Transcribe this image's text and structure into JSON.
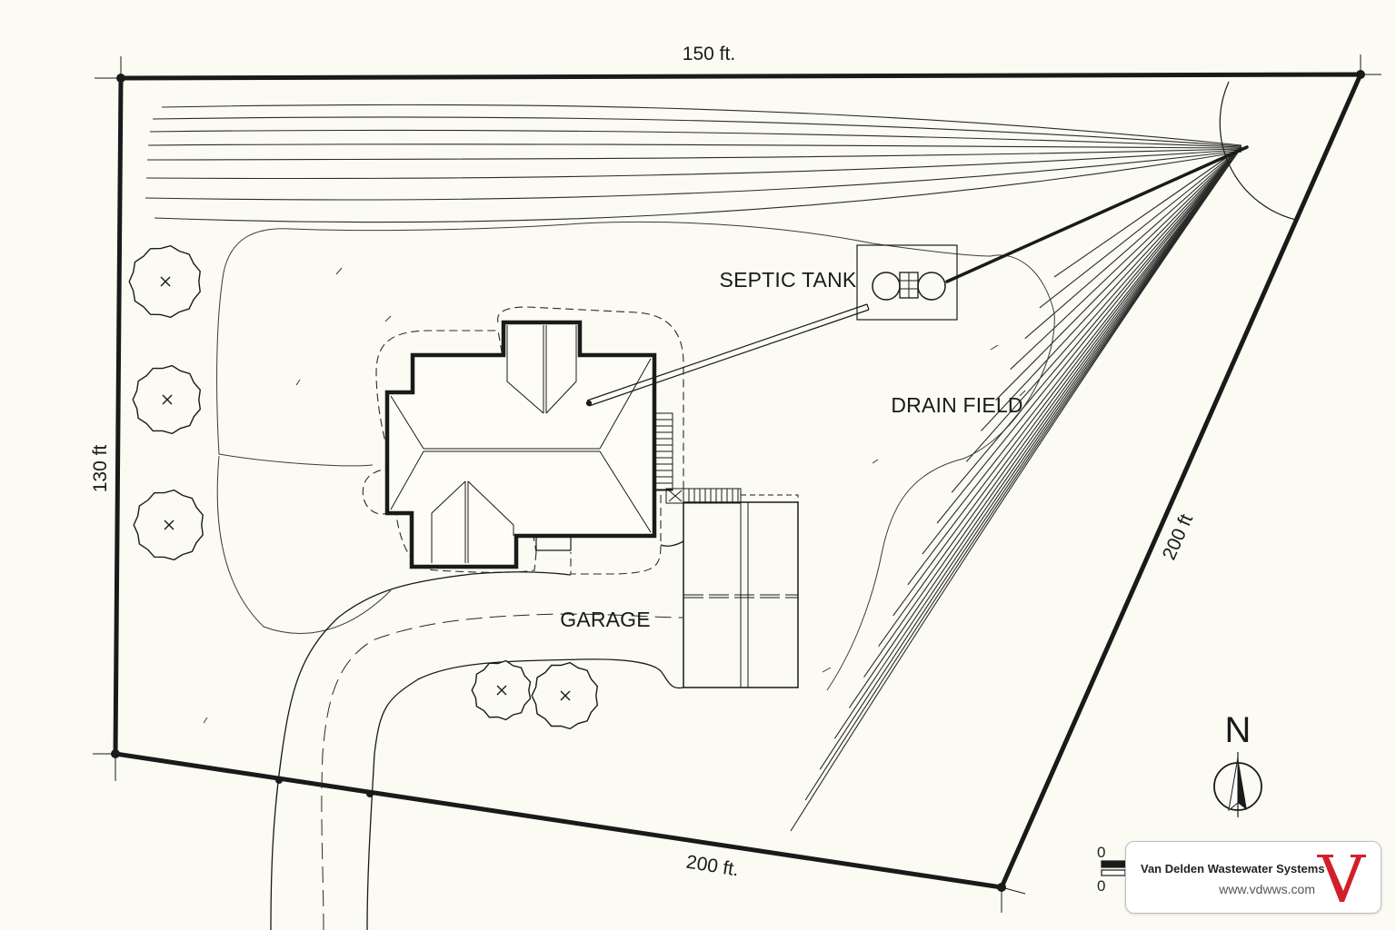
{
  "dimensions": {
    "top": "150 ft.",
    "left": "130 ft",
    "right": "200 ft",
    "bottom": "200 ft."
  },
  "labels": {
    "septic_tank": "SEPTIC TANK",
    "drain_field": "DRAIN FIELD",
    "garage": "GARAGE"
  },
  "north_label": "N",
  "scale": {
    "zero_top": "0",
    "zero_bottom": "0"
  },
  "company": {
    "name": "Van Delden Wastewater Systems",
    "url": "www.vdwws.com",
    "logo_letter": "V",
    "logo_color": "#d21f2b"
  },
  "colors": {
    "line": "#1a1a1a",
    "paper": "#fbfaf3"
  }
}
